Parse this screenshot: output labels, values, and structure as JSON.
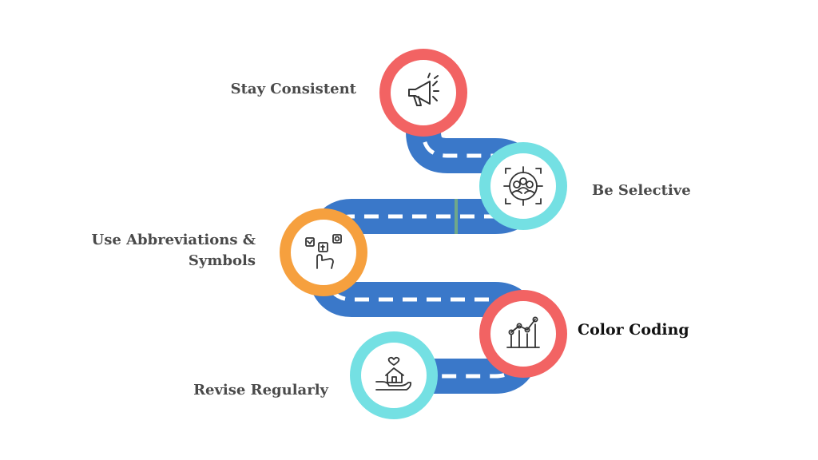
{
  "steps": [
    {
      "label": "Stay Consistent",
      "ring_color": "#f26363",
      "icon": "megaphone-icon"
    },
    {
      "label": "Be Selective",
      "ring_color": "#74e0e3",
      "icon": "target-audience-icon"
    },
    {
      "label": "Use Abbreviations & Symbols",
      "label_lines": [
        "Use Abbreviations &",
        "Symbols"
      ],
      "ring_color": "#f6a03e",
      "icon": "social-media-hand-icon"
    },
    {
      "label": "Color Coding",
      "ring_color": "#f26363",
      "icon": "growth-chart-icon"
    },
    {
      "label": "Revise Regularly",
      "ring_color": "#74e0e3",
      "icon": "home-hand-heart-icon"
    }
  ],
  "colors": {
    "road": "#3a78c9",
    "road_dash": "#ffffff",
    "road_marker": "#6fa88a",
    "circle_fill": "#ffffff",
    "icon_stroke": "#333333",
    "label_text": "#4a4a4a"
  }
}
